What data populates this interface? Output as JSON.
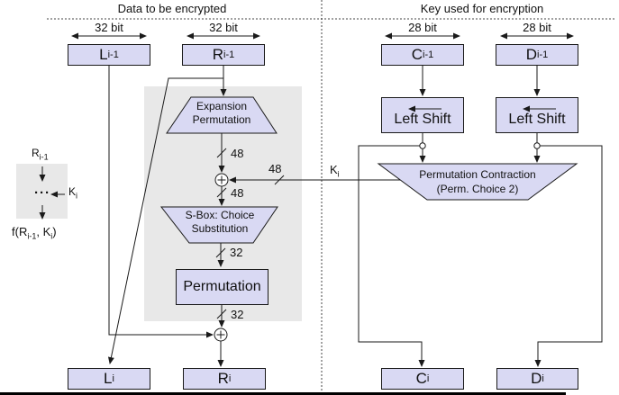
{
  "headers": {
    "left": "Data to be encrypted",
    "right": "Key used for encryption"
  },
  "bit_labels": {
    "l": "32 bit",
    "r": "32 bit",
    "c": "28 bit",
    "d": "28 bit"
  },
  "registers": {
    "l_prev": {
      "main": "L",
      "sub": "i-1"
    },
    "r_prev": {
      "main": "R",
      "sub": "i-1"
    },
    "c_prev": {
      "main": "C",
      "sub": "i-1"
    },
    "d_prev": {
      "main": "D",
      "sub": "i-1"
    },
    "l_next": {
      "main": "L",
      "sub": "i"
    },
    "r_next": {
      "main": "R",
      "sub": "i"
    },
    "c_next": {
      "main": "C",
      "sub": "i"
    },
    "d_next": {
      "main": "D",
      "sub": "i"
    }
  },
  "blocks": {
    "expansion": {
      "line1": "Expansion",
      "line2": "Permutation"
    },
    "sbox": {
      "line1": "S-Box: Choice",
      "line2": "Substitution"
    },
    "permutation": "Permutation",
    "left_shift_c": "Left Shift",
    "left_shift_d": "Left Shift",
    "perm_contraction": {
      "line1": "Permutation Contraction",
      "line2": "(Perm. Choice 2)"
    }
  },
  "wire_labels": {
    "expansion_out": "48",
    "xor_in": "48",
    "subkey_width": "48",
    "subkey": {
      "main": "K",
      "sub": "i"
    },
    "sbox_out": "32",
    "permutation_out": "32"
  },
  "legend": {
    "input": {
      "main": "R",
      "sub": "i-1"
    },
    "dots": "···",
    "k": {
      "main": "K",
      "sub": "i"
    },
    "output": {
      "p1": "f(R",
      "s1": "i-1",
      "p2": ", K",
      "s2": "i",
      "p3": ")"
    }
  },
  "colors": {
    "box_fill": "#d9d9f3",
    "box_border": "#1a1a1a",
    "panel_gray": "#e8e8e8",
    "wire": "#1a1a1a"
  }
}
